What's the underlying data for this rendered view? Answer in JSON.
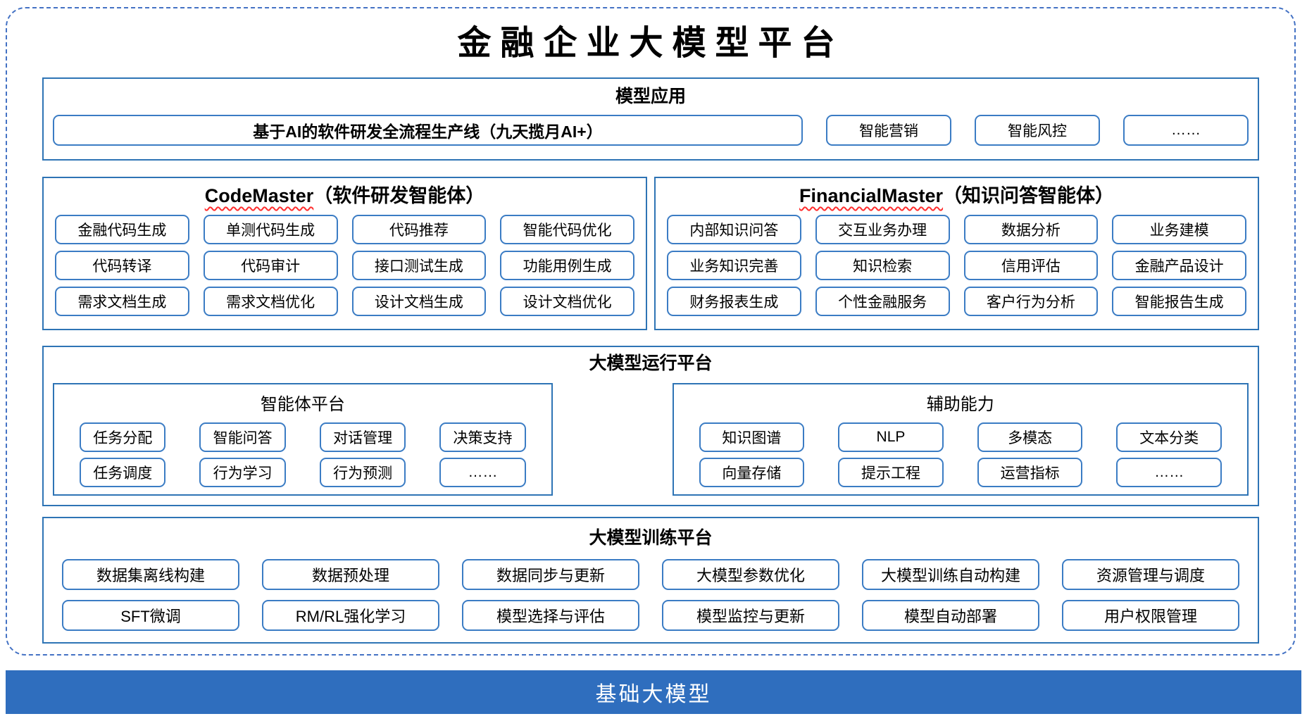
{
  "title": "金融企业大模型平台",
  "colors": {
    "frame_dash": "#4472C4",
    "section_border": "#2E74B5",
    "box_border": "#3B7CC4",
    "bar_background": "#2F6EBE",
    "bar_text": "#FFFFFF",
    "squiggle": "#FF2D2D"
  },
  "sections": {
    "model_app": {
      "header": "模型应用",
      "main_box": "基于AI的软件研发全流程生产线（九天揽月AI+）",
      "items": [
        "智能营销",
        "智能风控",
        "……"
      ]
    },
    "code_master": {
      "header_en": "CodeMaster",
      "header_zh": "（软件研发智能体）",
      "items": [
        "金融代码生成",
        "单测代码生成",
        "代码推荐",
        "智能代码优化",
        "代码转译",
        "代码审计",
        "接口测试生成",
        "功能用例生成",
        "需求文档生成",
        "需求文档优化",
        "设计文档生成",
        "设计文档优化"
      ]
    },
    "financial_master": {
      "header_en": "FinancialMaster",
      "header_zh": "（知识问答智能体）",
      "items": [
        "内部知识问答",
        "交互业务办理",
        "数据分析",
        "业务建模",
        "业务知识完善",
        "知识检索",
        "信用评估",
        "金融产品设计",
        "财务报表生成",
        "个性金融服务",
        "客户行为分析",
        "智能报告生成"
      ]
    },
    "runtime": {
      "header": "大模型运行平台",
      "agent_platform": {
        "header": "智能体平台",
        "items": [
          "任务分配",
          "智能问答",
          "对话管理",
          "决策支持",
          "任务调度",
          "行为学习",
          "行为预测",
          "……"
        ]
      },
      "aux_capabilities": {
        "header": "辅助能力",
        "items": [
          "知识图谱",
          "NLP",
          "多模态",
          "文本分类",
          "向量存储",
          "提示工程",
          "运营指标",
          "……"
        ]
      }
    },
    "training": {
      "header": "大模型训练平台",
      "items": [
        "数据集离线构建",
        "数据预处理",
        "数据同步与更新",
        "大模型参数优化",
        "大模型训练自动构建",
        "资源管理与调度",
        "SFT微调",
        "RM/RL强化学习",
        "模型选择与评估",
        "模型监控与更新",
        "模型自动部署",
        "用户权限管理"
      ]
    },
    "base": {
      "label": "基础大模型"
    }
  }
}
